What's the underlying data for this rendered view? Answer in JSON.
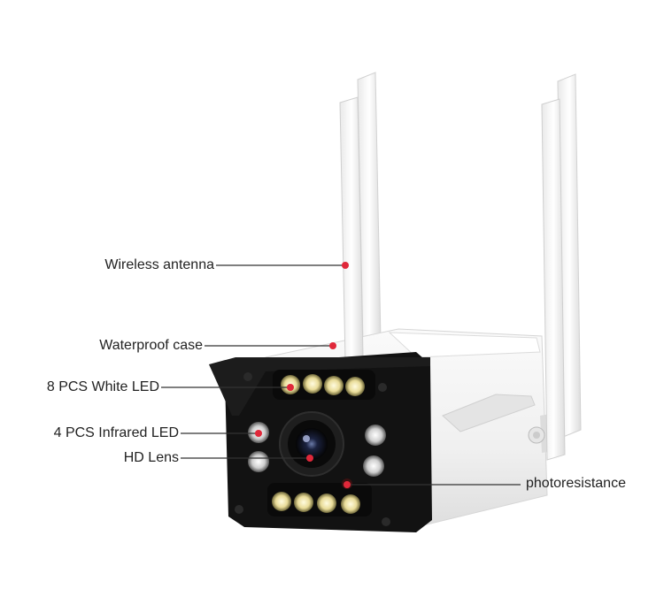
{
  "callouts": {
    "antenna": "Wireless antenna",
    "case": "Waterproof case",
    "white_led": "8 PCS White LED",
    "ir_led": "4 PCS Infrared LED",
    "lens": "HD Lens",
    "photoresistance": "photoresistance"
  },
  "colors": {
    "callout_dot": "#e0283a",
    "leader_line": "#333333",
    "housing": "#f4f4f4",
    "front_panel": "#0c0c0c",
    "white_led": "#f2e7a8",
    "ir_led": "#d9d9d9"
  }
}
